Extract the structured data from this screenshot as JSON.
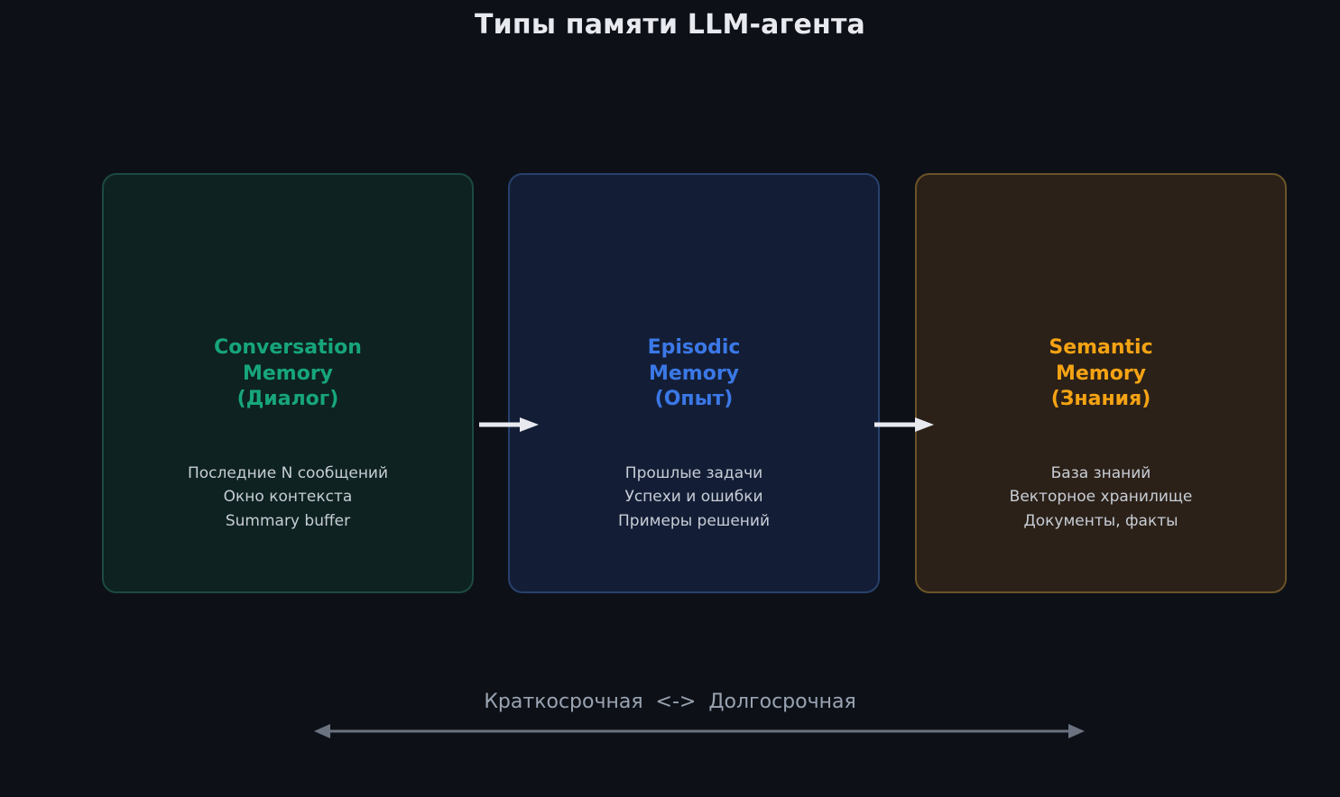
{
  "title": "Типы памяти LLM-агента",
  "cards": [
    {
      "heading": "Conversation\nMemory\n(Диалог)",
      "heading_color": "#17a57c",
      "bg_color": "#0d2221",
      "border_color": "#1d4a40",
      "body": "Последние N сообщений\nОкно контекста\nSummary buffer",
      "body_lines": [
        "Последние N сообщений",
        "Окно контекста",
        "Summary buffer"
      ]
    },
    {
      "heading": "Episodic\nMemory\n(Опыт)",
      "heading_color": "#3b78e7",
      "bg_color": "#131e36",
      "border_color": "#28406e",
      "body": "Прошлые задачи\nУспехи и ошибки\nПримеры решений",
      "body_lines": [
        "Прошлые задачи",
        "Успехи и ошибки",
        "Примеры решений"
      ]
    },
    {
      "heading": "Semantic\nMemory\n(Знания)",
      "heading_color": "#f5a314",
      "bg_color": "#2b2118",
      "border_color": "#6b5328",
      "body": "База знаний\nВекторное хранилище\nДокументы, факты",
      "body_lines": [
        "База знаний",
        "Векторное хранилище",
        "Документы, факты"
      ]
    }
  ],
  "flow_arrows": [
    {
      "name": "arrow-conversation-to-episodic",
      "color": "#e8eaf0"
    },
    {
      "name": "arrow-episodic-to-semantic",
      "color": "#e8eaf0"
    }
  ],
  "footer": {
    "caption": "Краткосрочная  <->  Долгосрочная",
    "caption_color": "#9aa3b2",
    "scale_arrow_color": "#6b7280"
  },
  "background_color": "#0d1117"
}
